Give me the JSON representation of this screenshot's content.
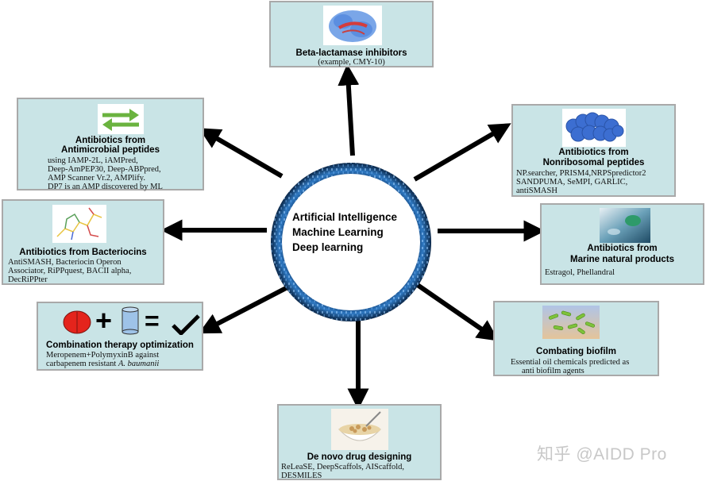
{
  "center": {
    "line1": "Artificial Intelligence",
    "line2": "Machine Learning",
    "line3": "Deep learning"
  },
  "nodes": {
    "beta": {
      "title": "Beta-lactamase inhibitors",
      "desc": [
        "(example, CMY-10)"
      ]
    },
    "amp": {
      "title": [
        "Antibiotics from",
        "Antimicrobial peptides"
      ],
      "desc": [
        "using IAMP-2L, iAMPred,",
        "Deep-AmPEP30, Deep-ABPpred,",
        "AMP Scanner Vr.2, AMPlify.",
        "DP7 is an AMP discovered by ML"
      ]
    },
    "nrp": {
      "title": [
        "Antibiotics from",
        "Nonribosomal peptides"
      ],
      "desc": [
        "NP.searcher, PRISM4,NRPSpredictor2",
        "SANDPUMA, SeMPI, GARLIC,",
        "antiSMASH"
      ]
    },
    "bacteriocins": {
      "title": "Antibiotics from Bacteriocins",
      "desc": [
        "AntiSMASH, Bacteriocin Operon",
        "Associator, RiPPquest, BACII alpha,",
        "DecRiPPter"
      ]
    },
    "marine": {
      "title": [
        "Antibiotics from",
        "Marine natural products"
      ],
      "desc": [
        "Estragol, Phellandral"
      ]
    },
    "combination": {
      "title": "Combination therapy optimization",
      "desc_line1": "Meropenem+PolymyxinB against",
      "desc_line2_prefix": "carbapenem resistant ",
      "desc_line2_italic": "A. baumanii",
      "equation_plus": "+",
      "equation_equals": "="
    },
    "biofilm": {
      "title": "Combating biofilm",
      "desc": [
        "Essential oil chemicals predicted as",
        "anti biofilm agents"
      ]
    },
    "denovo": {
      "title": "De novo drug designing",
      "desc": [
        "ReLeaSE, DeepScaffols, AIScaffold,",
        "DESMILES"
      ]
    }
  },
  "watermark": "知乎 @AIDD Pro",
  "colors": {
    "box_bg": "#c9e4e6",
    "box_border": "#a9a9a9",
    "ring": "#2a6fb5",
    "arrow": "#000000",
    "red_pill": "#e4241c",
    "blue_cylinder": "#9ec3e8",
    "green_arrow": "#6ab33f",
    "nrp_blob": "#3c6ed1"
  }
}
